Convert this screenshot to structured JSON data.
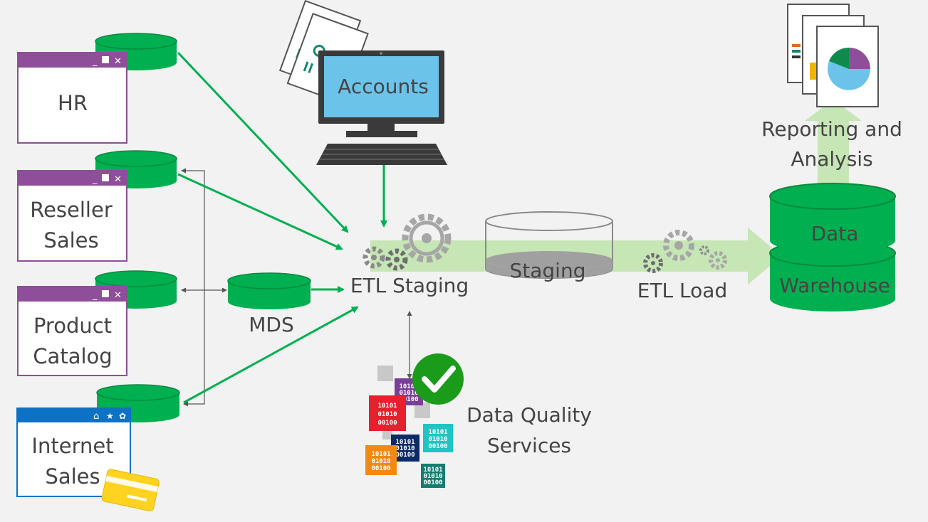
{
  "sources": {
    "hr": {
      "label": "HR"
    },
    "reseller": {
      "line1": "Reseller",
      "line2": "Sales"
    },
    "product": {
      "line1": "Product",
      "line2": "Catalog"
    },
    "internet": {
      "line1": "Internet",
      "line2": "Sales"
    }
  },
  "window_controls": {
    "minimize": "_",
    "maximize": "■",
    "close": "✕"
  },
  "web_controls": {
    "home": "⌂",
    "favorite": "★",
    "settings": "✿"
  },
  "mds": {
    "label": "MDS"
  },
  "accounts": {
    "label": "Accounts"
  },
  "etl_staging": {
    "label": "ETL Staging"
  },
  "staging": {
    "label": "Staging"
  },
  "etl_load": {
    "label": "ETL Load"
  },
  "warehouse": {
    "line1": "Data",
    "line2": "Warehouse"
  },
  "reporting": {
    "line1": "Reporting and",
    "line2": "Analysis"
  },
  "dqs": {
    "line1": "Data Quality",
    "line2": "Services"
  },
  "binary": {
    "line1": "10101",
    "line2": "01010",
    "line3": "00100"
  },
  "colors": {
    "green": "#00b050",
    "purple": "#8e4e9a",
    "blue": "#0e72c4",
    "light_green": "#c6e6b5",
    "screen_blue": "#6cc3ea",
    "check_green": "#1a9b1a"
  }
}
